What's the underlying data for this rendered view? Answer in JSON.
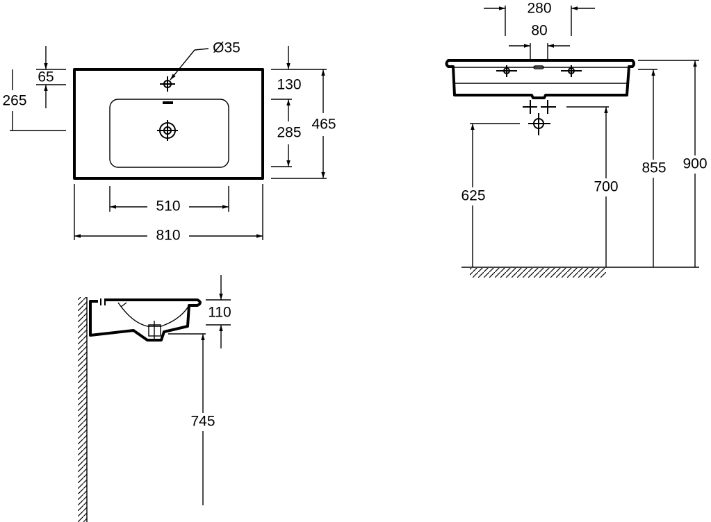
{
  "top_view": {
    "dia": "Ø35",
    "d65": "65",
    "d265": "265",
    "d130": "130",
    "d285": "285",
    "d465": "465",
    "d510": "510",
    "d810": "810"
  },
  "front_view": {
    "d280": "280",
    "d80": "80",
    "d625": "625",
    "d700": "700",
    "d855": "855",
    "d900": "900"
  },
  "side_view": {
    "d110": "110",
    "d745": "745"
  }
}
